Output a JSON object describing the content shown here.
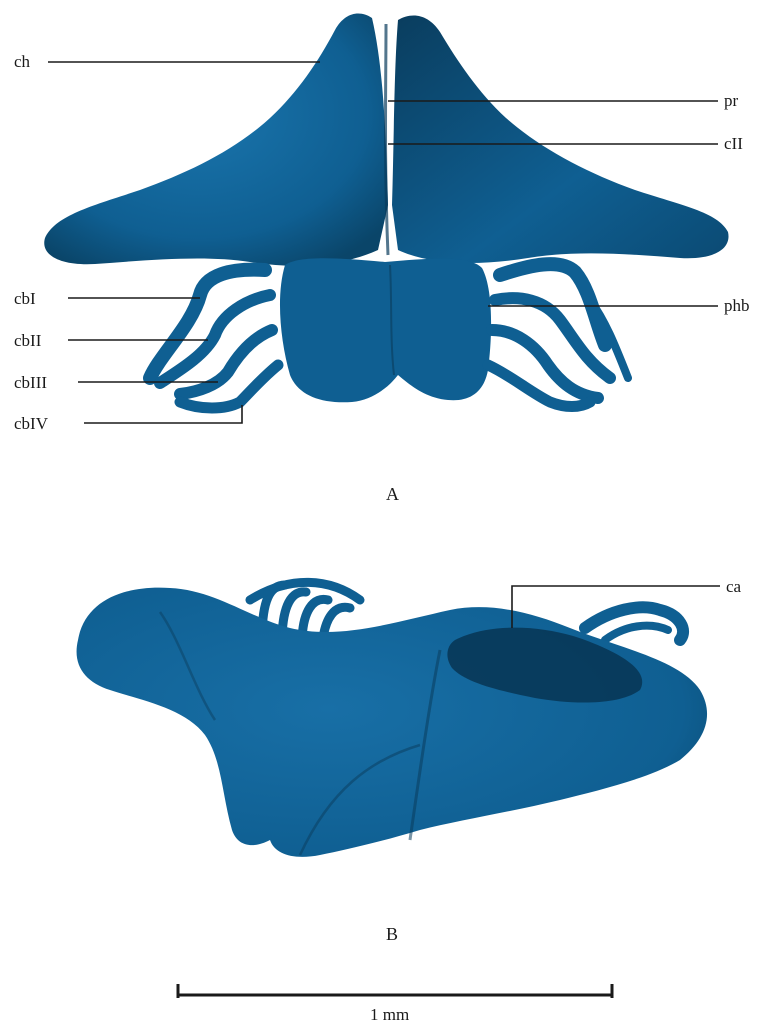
{
  "figure": {
    "panel_a": {
      "label": "A",
      "labels": {
        "ch": "ch",
        "pr": "pr",
        "cII": "cII",
        "phb": "phb",
        "cbI": "cbI",
        "cbII": "cbII",
        "cbIII": "cbIII",
        "cbIV": "cbIV"
      }
    },
    "panel_b": {
      "label": "B",
      "labels": {
        "ca": "ca"
      }
    },
    "scale_bar": {
      "label": "1 mm"
    },
    "colors": {
      "specimen": "#0f5f92",
      "specimen_dark": "#073553",
      "specimen_light": "#1a75ad",
      "text": "#1a1a1a"
    }
  }
}
